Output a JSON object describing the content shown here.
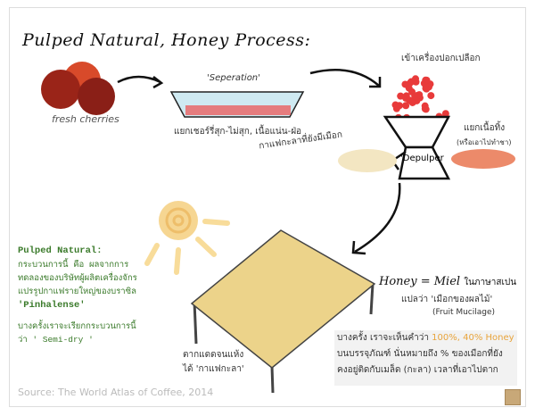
{
  "title": "Pulped Natural, Honey Process:",
  "steps": {
    "cherries_label": "fresh cherries",
    "separation_label": "'Seperation'",
    "separation_desc": "แยกเชอร์รี่สุก-ไม่สุก, เนื้อแน่น-ฝ่อ",
    "depulper_input": "เข้าเครื่องปอกเปลือก",
    "depulper_label": "'Depulper",
    "parchment_with_mucilage": "กาแฟกะลาที่ยังมีเมือก",
    "pulp_removed": "แยกเนื้อทิ้ง",
    "pulp_removed_note": "(หรือเอาไปทำชา)",
    "drying_line1": "ตากแดดจนแห้ง",
    "drying_line2": "ได้ 'กาแฟกะลา'"
  },
  "pulped_natural": {
    "heading": "Pulped Natural:",
    "lines": [
      "กระบวนการนี้ คือ ผลจากการ",
      "ทดลองของบริษัทผู้ผลิตเครื่องจักร",
      "แปรรูปกาแฟรายใหญ่ของบราซิล",
      "'Pinhalense'"
    ],
    "note_lines": [
      "บางครั้งเราจะเรียกกระบวนการนี้",
      "ว่า ' Semi-dry '"
    ]
  },
  "honey": {
    "heading": "Honey = Miel",
    "heading_suffix": "ในภาษาสเปน",
    "meaning": "แปลว่า 'เมือกของผลไม้'",
    "english": "(Fruit Mucilage)"
  },
  "note_box": {
    "line1_prefix": "บางครั้ง เราจะเห็นคำว่า",
    "line1_highlight": "100%, 40% Honey",
    "line2": "บนบรรจุภัณฑ์  นั่นหมายถึง % ของเมือกที่ยัง",
    "line3": "คงอยู่ติดกับเมล็ด (กะลา) เวลาที่เอาไปตาก"
  },
  "source": "Source: The World Atlas of Coffee, 2014",
  "colors": {
    "green_text": "#3a7a2a",
    "highlight": "#e8a43c",
    "cherry": "#e83a3a"
  }
}
